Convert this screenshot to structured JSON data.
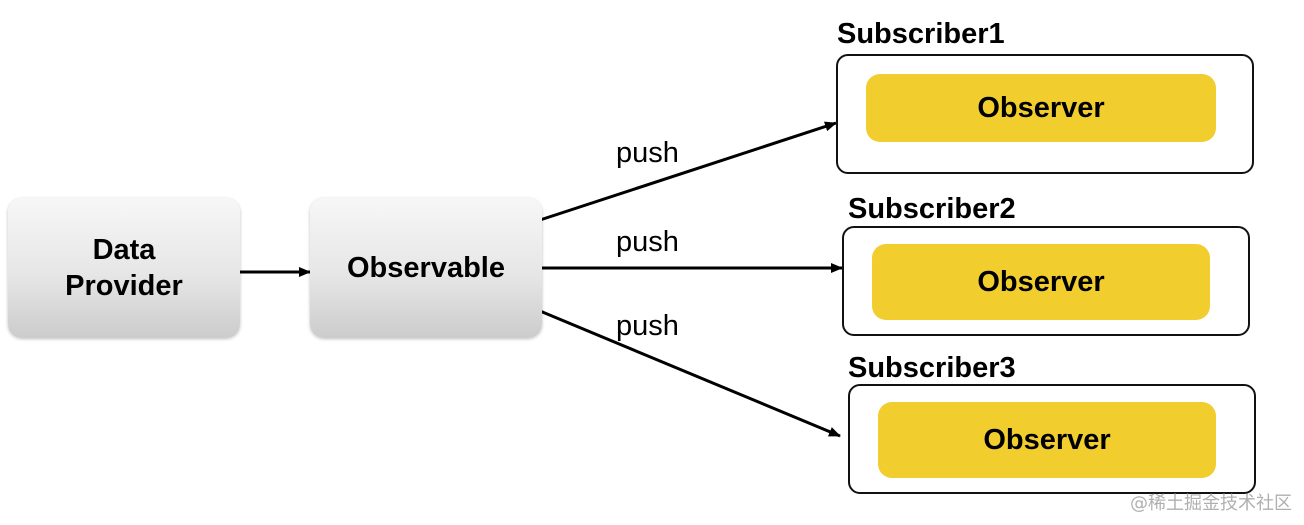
{
  "nodes": {
    "data_provider": {
      "line1": "Data",
      "line2": "Provider"
    },
    "observable": {
      "label": "Observable"
    }
  },
  "subscribers": [
    {
      "title": "Subscriber1",
      "observer": "Observer"
    },
    {
      "title": "Subscriber2",
      "observer": "Observer"
    },
    {
      "title": "Subscriber3",
      "observer": "Observer"
    }
  ],
  "edges": {
    "push_labels": [
      "push",
      "push",
      "push"
    ]
  },
  "colors": {
    "observer_fill": "#f2cd2e",
    "box_border": "#111111",
    "arrow": "#000000"
  },
  "watermark": "@稀土掘金技术社区"
}
